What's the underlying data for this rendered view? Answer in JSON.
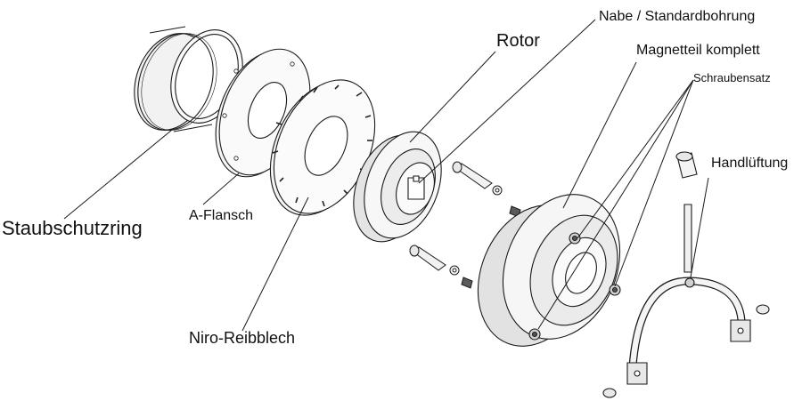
{
  "labels": {
    "staubschutzring": "Staubschutzring",
    "a_flansch": "A-Flansch",
    "niro_reibblech": "Niro-Reibblech",
    "rotor": "Rotor",
    "nabe": "Nabe / Standardbohrung",
    "magnetteil": "Magnetteil komplett",
    "schraubensatz": "Schraubensatz",
    "handlueftung": "Handlüftung"
  },
  "colors": {
    "line": "#1a1a1a",
    "fill_light": "#f4f4f4",
    "fill_mid": "#dcdcdc",
    "fill_dark": "#9a9a9a"
  }
}
